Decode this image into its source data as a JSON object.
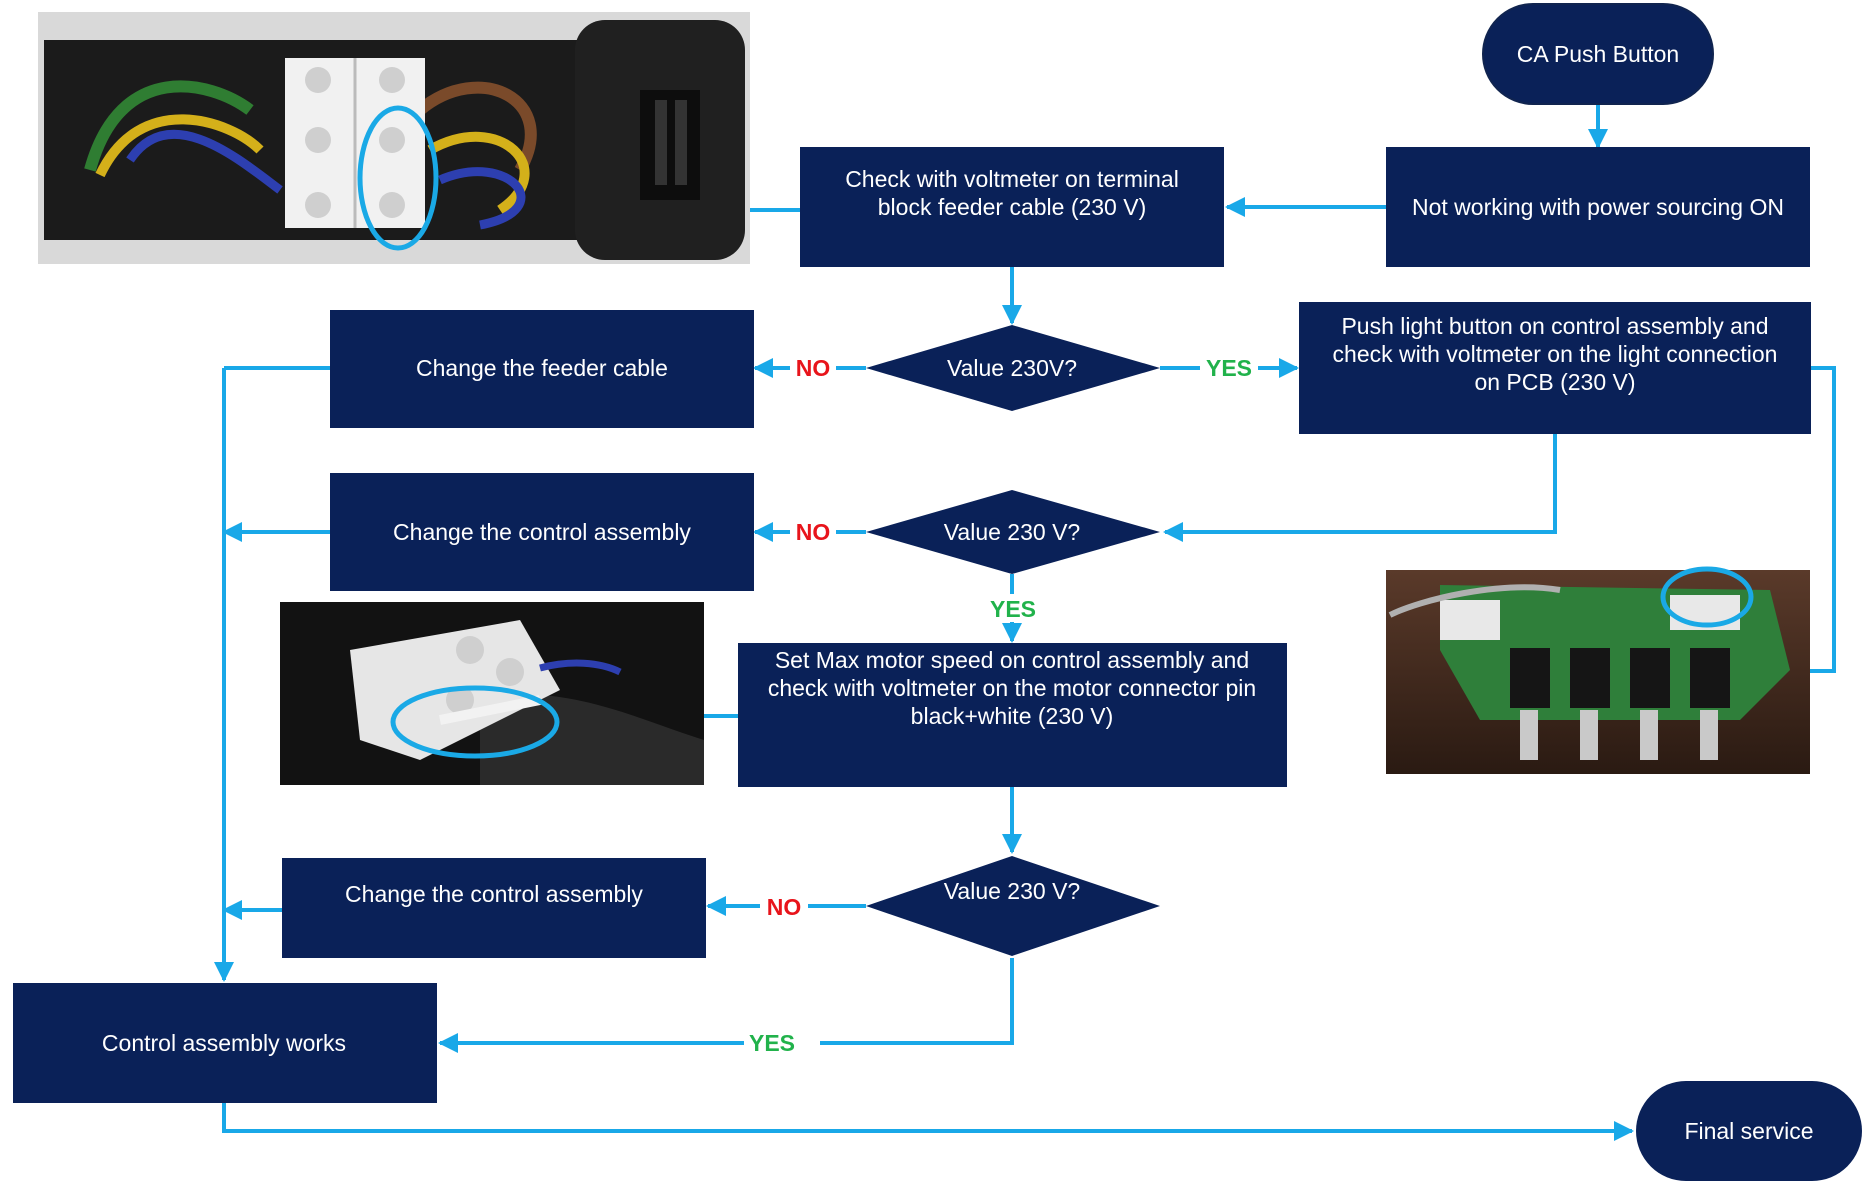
{
  "colors": {
    "node_fill": "#0a2158",
    "connector": "#19a8e8",
    "no_label": "#e8141b",
    "yes_label": "#21b24b",
    "highlight_ring": "#1aa9e6"
  },
  "nodes": {
    "start": "CA Push Button",
    "not_working": "Not working with power sourcing ON",
    "check_feeder": [
      "Check with voltmeter on terminal",
      "block feeder cable (230 V)"
    ],
    "decision1": "Value 230V?",
    "change_feeder": "Change the feeder cable",
    "push_light": [
      "Push light button on control assembly and",
      "check with voltmeter on the light connection",
      "on PCB (230 V)"
    ],
    "decision2": "Value 230 V?",
    "change_control_1": "Change the control assembly",
    "set_max_motor": [
      "Set Max motor speed on control assembly and",
      "check with voltmeter on the motor connector pin",
      "black+white (230 V)"
    ],
    "decision3": "Value 230 V?",
    "change_control_2": "Change the control assembly",
    "control_works": "Control assembly works",
    "final_service": "Final service"
  },
  "labels": {
    "no": "NO",
    "yes": "YES"
  },
  "photos": {
    "terminal_block": "terminal-block-photo",
    "motor_connector": "motor-connector-photo",
    "pcb": "pcb-photo"
  }
}
